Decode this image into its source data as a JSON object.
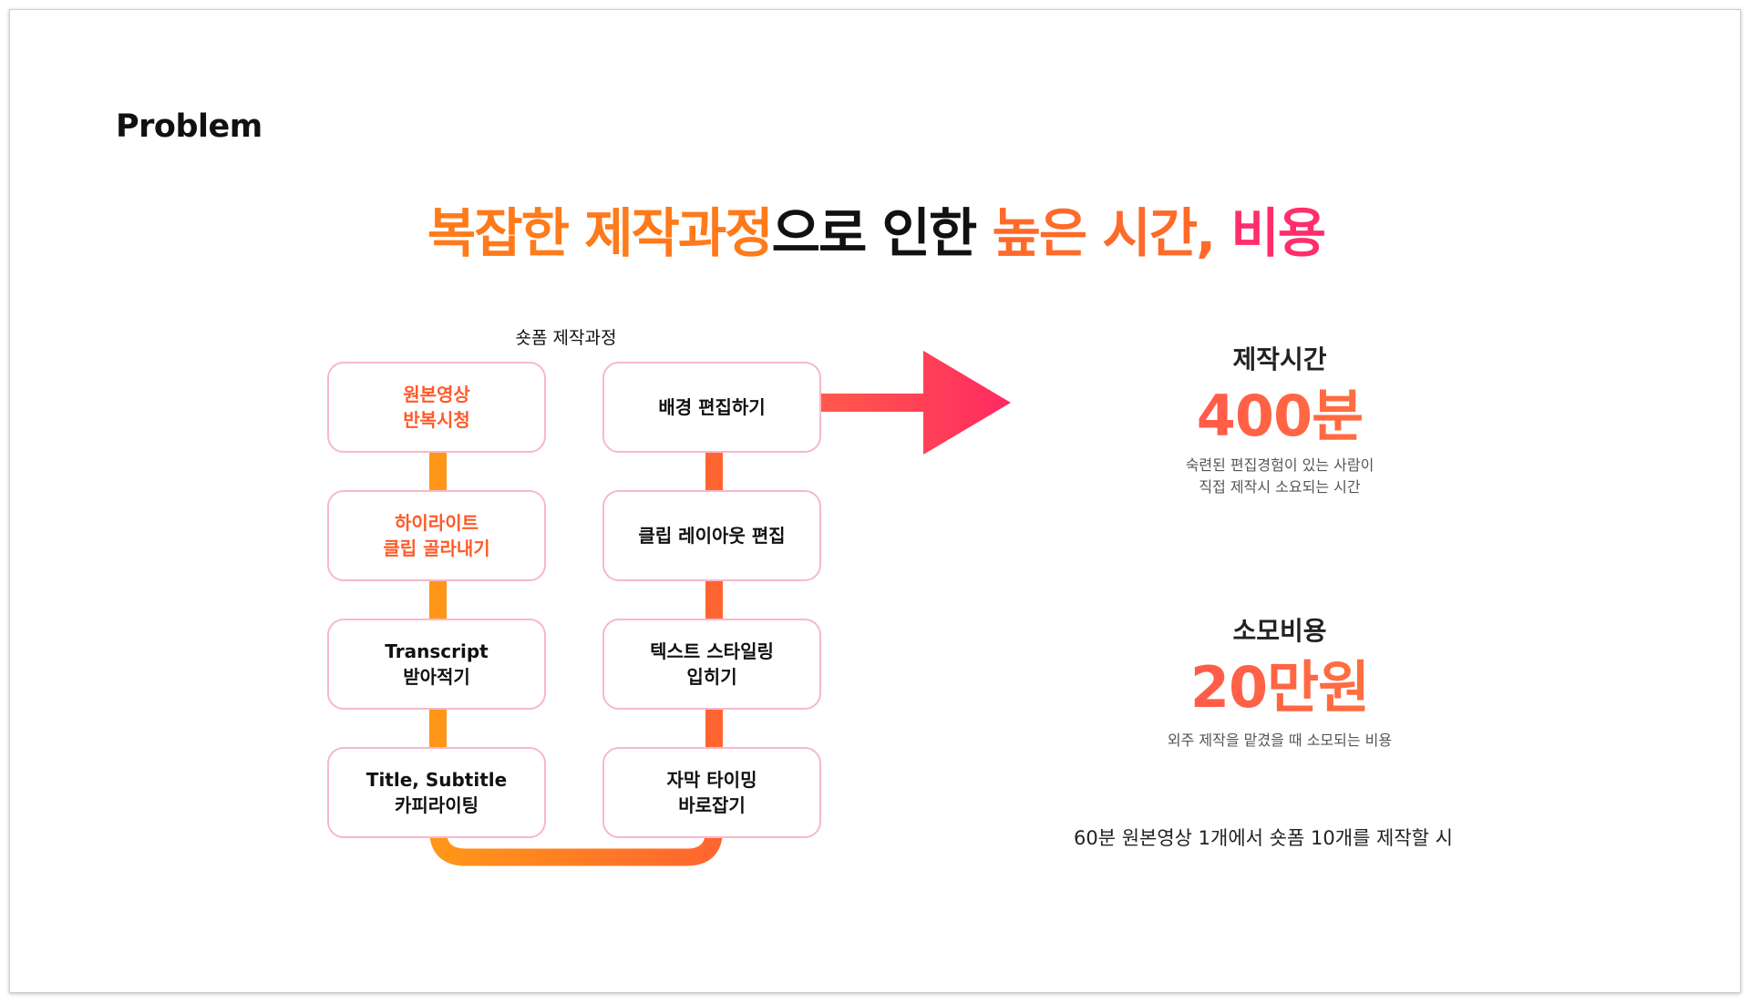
{
  "section_label": "Problem",
  "headline": {
    "part1": "복잡한 제작과정",
    "part2": "으로 인한 ",
    "part3": "높은 시간, ",
    "part4": "비용"
  },
  "process": {
    "label": "숏폼 제작과정",
    "left_steps": [
      {
        "line1": "원본영상",
        "line2": "반복시청"
      },
      {
        "line1": "하이라이트",
        "line2": "클립 골라내기"
      },
      {
        "line1": "Transcript",
        "line2": "받아적기"
      },
      {
        "line1": "Title, Subtitle",
        "line2": "카피라이팅"
      }
    ],
    "right_steps": [
      {
        "line1": "배경 편집하기",
        "line2": ""
      },
      {
        "line1": "클립 레이아웃 편집",
        "line2": ""
      },
      {
        "line1": "텍스트 스타일링",
        "line2": "입히기"
      },
      {
        "line1": "자막 타이밍",
        "line2": "바로잡기"
      }
    ]
  },
  "stats": {
    "time": {
      "title": "제작시간",
      "value": "400분",
      "desc1": "숙련된 편집경험이 있는 사람이",
      "desc2": "직접 제작시 소요되는 시간"
    },
    "cost": {
      "title": "소모비용",
      "value": "20만원",
      "desc1": "외주 제작을 맡겼을 때 소모되는 비용"
    }
  },
  "footer_note": "60분 원본영상 1개에서 숏폼 10개를 제작할 시",
  "colors": {
    "orange": "#ff7a1a",
    "pink": "#ff2e6a",
    "box_border": "#f7b7cf"
  }
}
